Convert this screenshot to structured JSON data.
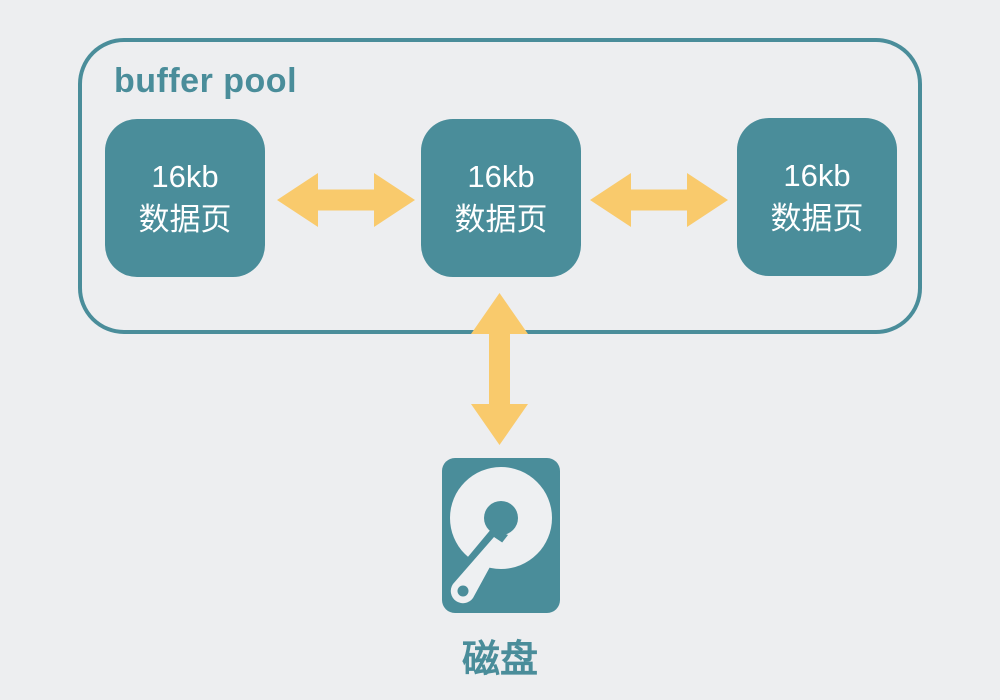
{
  "colors": {
    "teal": "#4a8d9a",
    "arrow_yellow": "#f9ca6c",
    "background": "#edeef0",
    "box_text": "#ffffff",
    "platter": "#eef0f2"
  },
  "buffer_pool": {
    "title": "buffer pool",
    "pages": [
      {
        "size": "16kb",
        "label": "数据页"
      },
      {
        "size": "16kb",
        "label": "数据页"
      },
      {
        "size": "16kb",
        "label": "数据页"
      }
    ]
  },
  "disk": {
    "label": "磁盘"
  },
  "icons": {
    "horizontal_arrow": "bidirectional-horizontal-arrow-icon",
    "vertical_arrow": "bidirectional-vertical-arrow-icon",
    "disk": "hard-disk-icon"
  }
}
